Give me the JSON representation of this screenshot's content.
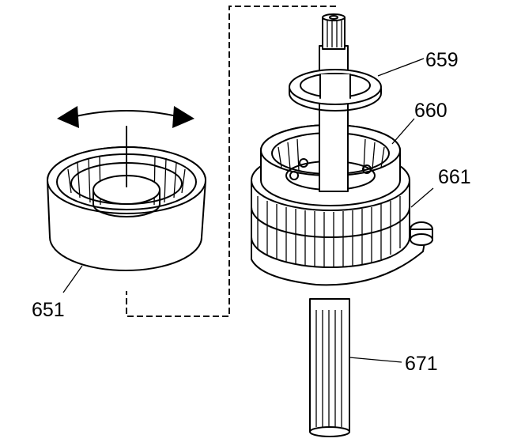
{
  "callouts": {
    "c651": "651",
    "c659": "659",
    "c660": "660",
    "c661": "661",
    "c671": "671"
  },
  "icons": {
    "rotation": "double-arrow-icon"
  },
  "colors": {
    "ink": "#000000",
    "paper": "#ffffff"
  }
}
